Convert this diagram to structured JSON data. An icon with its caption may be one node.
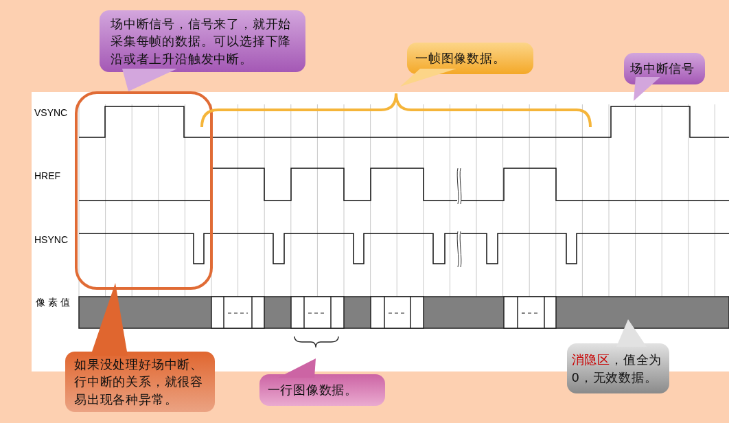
{
  "diagram": {
    "nodes": [
      {
        "text": [
          "场中断信号，信号来了，就开始采集每帧的数据。可以选择下降沿或者上升沿触发中断。"
        ]
      },
      {
        "text": [
          "一帧图像数据。"
        ]
      },
      {
        "text": [
          "场中断信号"
        ]
      },
      {
        "text": [
          "如果没处理好场中断、行中断的关系，就很容易出现各种异常。"
        ]
      },
      {
        "text": [
          "一行图像数据。"
        ]
      },
      {
        "text": [
          "**消隐区**，值全为0，无效数据。"
        ]
      }
    ],
    "labels": [
      "VSYNC",
      "HREF",
      "HSYNC",
      "像 素 值"
    ]
  }
}
